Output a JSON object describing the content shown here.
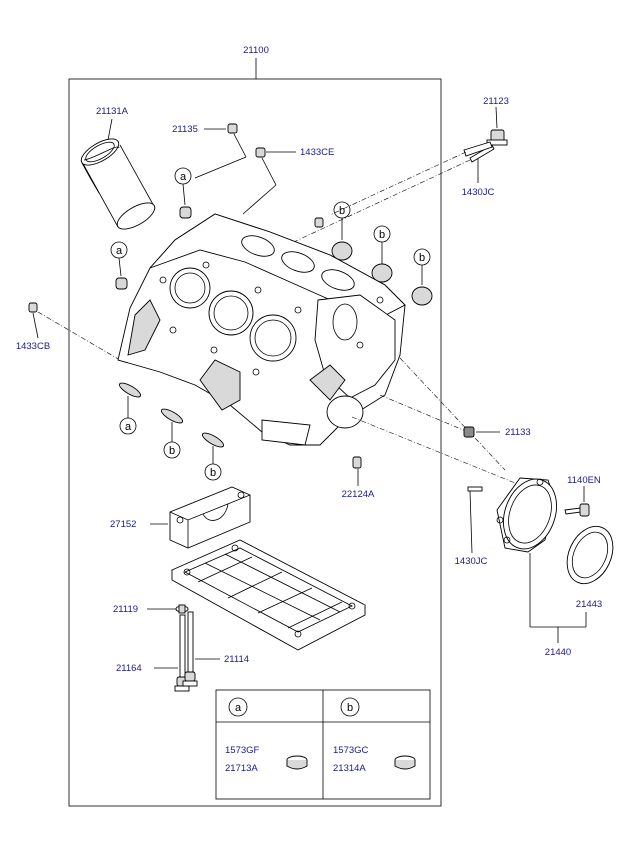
{
  "parts": {
    "main_assembly": "21100",
    "liner": "21131A",
    "plug_top": "21135",
    "plug_ce": "1433CE",
    "plug_cb": "1433CB",
    "plug_side": "21123",
    "pin_jc_top": "1430JC",
    "pin_jc_bottom": "1430JC",
    "plug_133": "21133",
    "dowel": "22124A",
    "bearing_cap": "27152",
    "bolt_119": "21119",
    "bolt_164": "21164",
    "bolt_114": "21114",
    "bolt_1140": "1140EN",
    "seal": "21443",
    "retainer": "21440"
  },
  "callouts": {
    "a": "a",
    "b": "b"
  },
  "legend": {
    "a": {
      "key": "a",
      "code1": "1573GF",
      "code2": "21713A"
    },
    "b": {
      "key": "b",
      "code1": "1573GC",
      "code2": "21314A"
    }
  }
}
